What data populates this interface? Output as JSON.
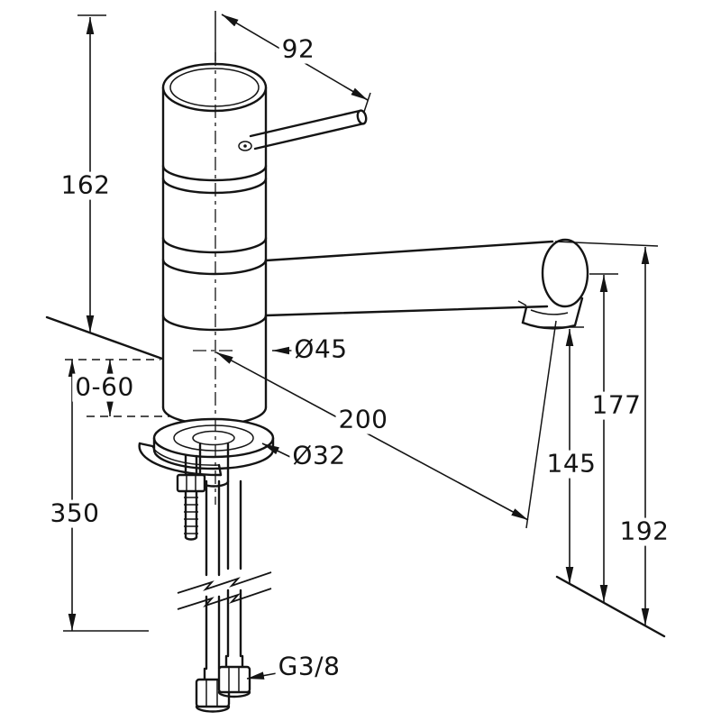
{
  "drawing": {
    "line_color": "#141414",
    "background_color": "#ffffff"
  },
  "dimensions": {
    "lever_length": "92",
    "body_height": "162",
    "mounting_thickness_range": "0-60",
    "hose_length": "350",
    "body_diameter": "Ø45",
    "spout_reach": "200",
    "mounting_hole_diameter": "Ø32",
    "outlet_height": "145",
    "spout_underside_height": "177",
    "spout_top_height": "192",
    "connection_thread": "G3/8"
  }
}
